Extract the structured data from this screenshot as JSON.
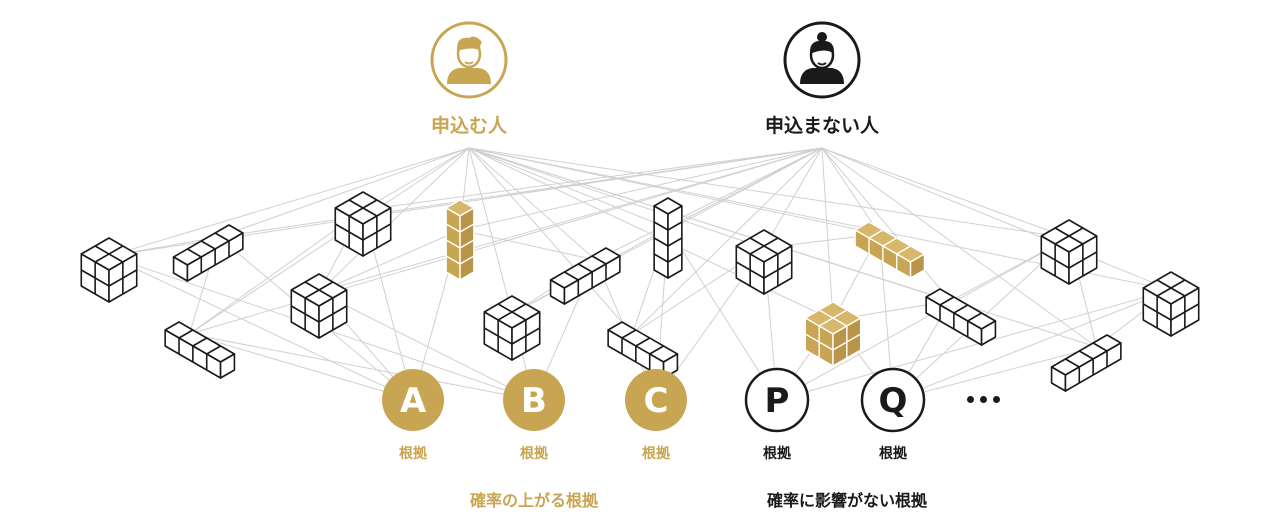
{
  "personas": {
    "applicant": {
      "label": "申込む人",
      "icon": "man-avatar-icon",
      "color": "#c8a552"
    },
    "non_applicant": {
      "label": "申込まない人",
      "icon": "woman-avatar-icon",
      "color": "#1a1a1a"
    }
  },
  "evidence_nodes": [
    {
      "letter": "A",
      "caption": "根拠",
      "style": "filled",
      "color": "#c8a552"
    },
    {
      "letter": "B",
      "caption": "根拠",
      "style": "filled",
      "color": "#c8a552"
    },
    {
      "letter": "C",
      "caption": "根拠",
      "style": "filled",
      "color": "#c8a552"
    },
    {
      "letter": "P",
      "caption": "根拠",
      "style": "outline",
      "color": "#1a1a1a"
    },
    {
      "letter": "Q",
      "caption": "根拠",
      "style": "outline",
      "color": "#1a1a1a"
    }
  ],
  "more_indicator": "ellipsis-icon",
  "group_labels": {
    "positive": "確率の上がる根拠",
    "neutral": "確率に影響がない根拠"
  },
  "colors": {
    "accent": "#c8a552",
    "ink": "#1a1a1a",
    "line": "#d0d0d0"
  }
}
